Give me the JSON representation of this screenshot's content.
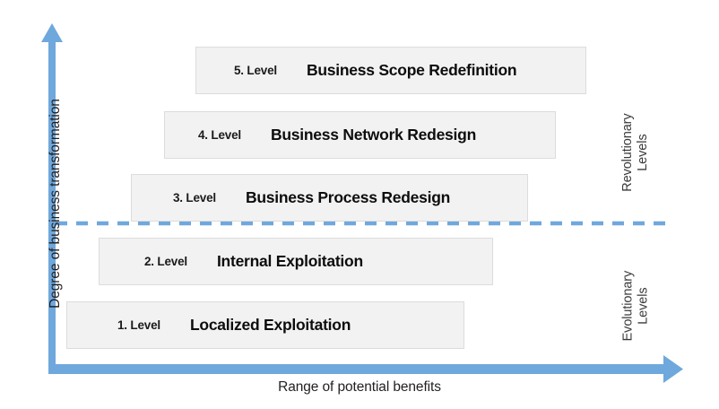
{
  "diagram": {
    "title_axes": {
      "y_axis_label": "Degree of business transformation",
      "x_axis_label": "Range of potential benefits"
    },
    "colors": {
      "arrow_blue": "#6fa8dc",
      "divider_blue": "#6fa8dc",
      "box_fill": "#f2f2f2",
      "box_border": "#dcdcdc",
      "text_dark": "#0d0d0d"
    },
    "levels": [
      {
        "number": "5. Level",
        "name": "Business Scope Redefinition"
      },
      {
        "number": "4. Level",
        "name": "Business Network Redesign"
      },
      {
        "number": "3. Level",
        "name": "Business Process Redesign"
      },
      {
        "number": "2. Level",
        "name": "Internal Exploitation"
      },
      {
        "number": "1. Level",
        "name": "Localized Exploitation"
      }
    ],
    "groups": {
      "upper": {
        "line1": "Revolutionary",
        "line2": "Levels"
      },
      "lower": {
        "line1": "Evolutionary",
        "line2": "Levels"
      }
    },
    "divider": {
      "style": "dashed",
      "meaning": "boundary between evolutionary and revolutionary levels"
    }
  }
}
